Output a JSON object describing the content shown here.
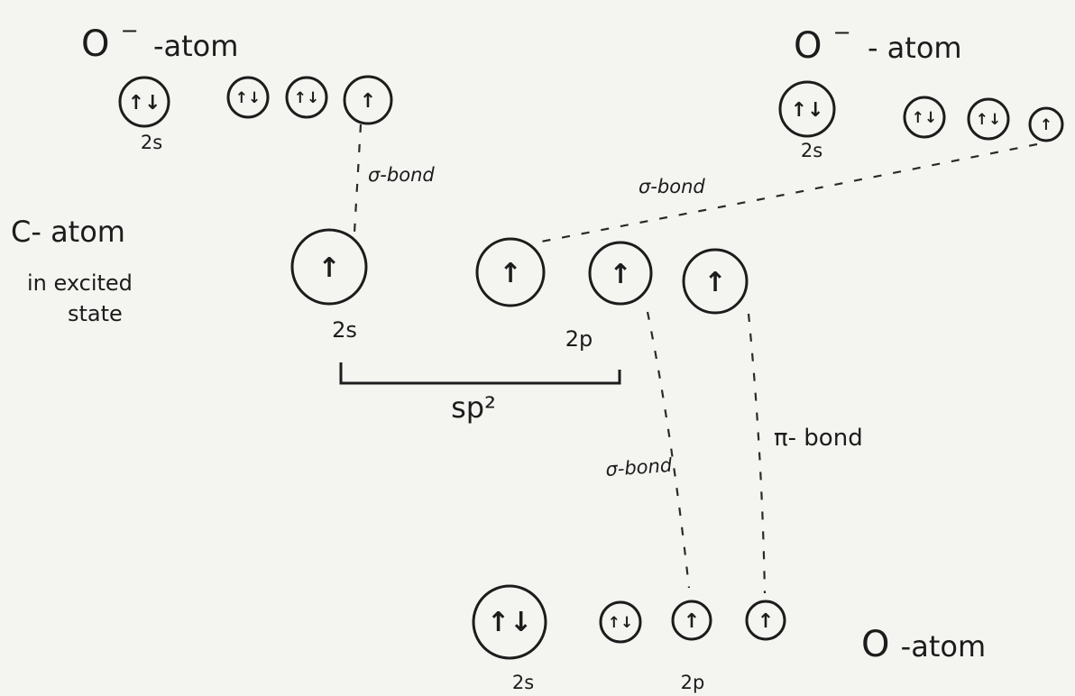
{
  "colors": {
    "ink": "#1c1c1c",
    "paper": "#f4f4f1"
  },
  "oxygen_top_left": {
    "title": {
      "symbol": "O",
      "charge": "−",
      "suffix": "-atom"
    },
    "orbitals": [
      "↑↓",
      "↑↓",
      "↑↓",
      "↑"
    ],
    "s_label": "2s"
  },
  "oxygen_top_right": {
    "title": {
      "symbol": "O",
      "charge": "−",
      "suffix": "- atom"
    },
    "orbitals": [
      "↑↓",
      "↑↓",
      "↑↓",
      "↑"
    ],
    "s_label": "2s"
  },
  "carbon": {
    "title": "C- atom",
    "note_line1": "in excited",
    "note_line2": "state",
    "orbitals": [
      "↑",
      "↑",
      "↑",
      "↑"
    ],
    "s_label": "2s",
    "p_label": "2p",
    "hybrid_label": "sp²"
  },
  "oxygen_bottom": {
    "title": {
      "symbol": "O",
      "suffix": "-atom"
    },
    "orbitals": [
      "↑↓",
      "↑↓",
      "↑",
      "↑"
    ],
    "s_label": "2s",
    "p_label": "2p"
  },
  "bonds": {
    "sigma_top_left": "σ-bond",
    "sigma_top_right": "σ-bond",
    "sigma_bottom": "σ-bond",
    "pi_bottom": "π- bond"
  }
}
